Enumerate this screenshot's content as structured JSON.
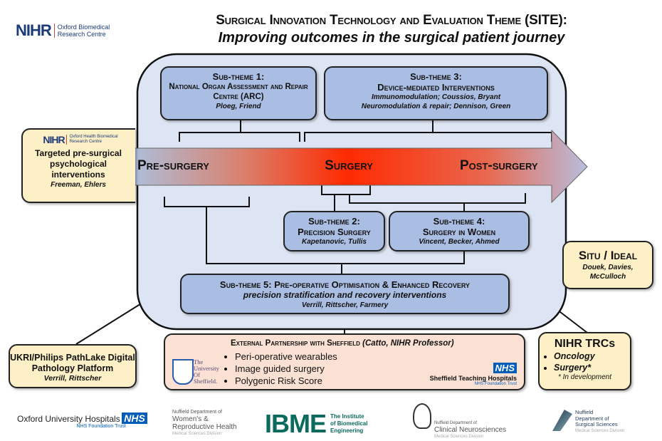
{
  "header": {
    "title": "Surgical Innovation Technology and Evaluation Theme (SITE):",
    "subtitle": "Improving outcomes in the surgical patient journey"
  },
  "nihr_logo": {
    "mark": "NIHR",
    "line1": "Oxford Biomedical",
    "line2": "Research Centre"
  },
  "subthemes": [
    {
      "heading": "Sub-theme 1:",
      "title": "National Organ Assessment and Repair Centre (ARC)",
      "people": "Ploeg, Friend"
    },
    {
      "heading": "Sub-theme 2:",
      "title": "Precision Surgery",
      "people": "Kapetanovic, Tullis"
    },
    {
      "heading": "Sub-theme 3:",
      "title": "Device-mediated Interventions",
      "line1": "Immunomodulation; Coussios, Bryant",
      "line2": "Neuromodulation & repair; Dennison, Green"
    },
    {
      "heading": "Sub-theme 4:",
      "title": "Surgery in Women",
      "people": "Vincent, Becker, Ahmed"
    },
    {
      "heading": "Sub-theme 5: Pre-operative Optimisation & Enhanced Recovery",
      "title": "precision stratification and recovery interventions",
      "people": "Verrill, Rittscher, Farmery"
    }
  ],
  "arrow": {
    "pre": "Pre-surgery",
    "mid": "Surgery",
    "post": "Post-surgery"
  },
  "left_box": {
    "logo_mark": "NIHR",
    "logo_line1": "Oxford Health Biomedical",
    "logo_line2": "Research Centre",
    "title": "Targeted pre-surgical psychological interventions",
    "people": "Freeman, Ehlers"
  },
  "situ_box": {
    "title": "Situ / Ideal",
    "people": "Douek, Davies, McCulloch"
  },
  "pathlake_box": {
    "title": "UKRI/Philips PathLake Digital Pathology Platform",
    "people": "Verrill, Rittscher"
  },
  "sheffield_box": {
    "title": "External Partnership with Sheffield",
    "title_note": "(Catto, NIHR Professor)",
    "items": [
      "Peri-operative wearables",
      "Image guided surgery",
      "Polygenic Risk Score"
    ],
    "uni_logo": "The University Of Sheffield.",
    "nhs_mark": "NHS",
    "nhs_line1": "Sheffield Teaching Hospitals",
    "nhs_line2": "NHS Foundation Trust"
  },
  "trc_box": {
    "title": "NIHR TRCs",
    "items": [
      "Oncology",
      "Surgery*"
    ],
    "note": "* In development"
  },
  "footer": {
    "ouh": {
      "name": "Oxford University Hospitals",
      "mark": "NHS",
      "sub": "NHS Foundation Trust"
    },
    "wrh": {
      "line1": "Nuffield Department of",
      "line2": "Women's &",
      "line3": "Reproductive Health",
      "sub": "Medical Sciences Division"
    },
    "ibme": {
      "mark": "IBME",
      "line1": "The Institute",
      "line2": "of Biomedical",
      "line3": "Engineering"
    },
    "cn": {
      "line1": "Nuffield Department of",
      "line2": "Clinical Neurosciences",
      "sub": "Medical Sciences Division"
    },
    "ss": {
      "line1": "Nuffield",
      "line2": "Department of",
      "line3": "Surgical Sciences",
      "sub": "Medical Sciences Division"
    }
  },
  "colors": {
    "panel": "#dde4f3",
    "subtheme": "#aabde2",
    "cream": "#fdf0c6",
    "peach": "#fbe1d4",
    "arrow_mid": "#ff2a00",
    "nhs": "#005eb8",
    "ibme": "#0b6b5c"
  }
}
